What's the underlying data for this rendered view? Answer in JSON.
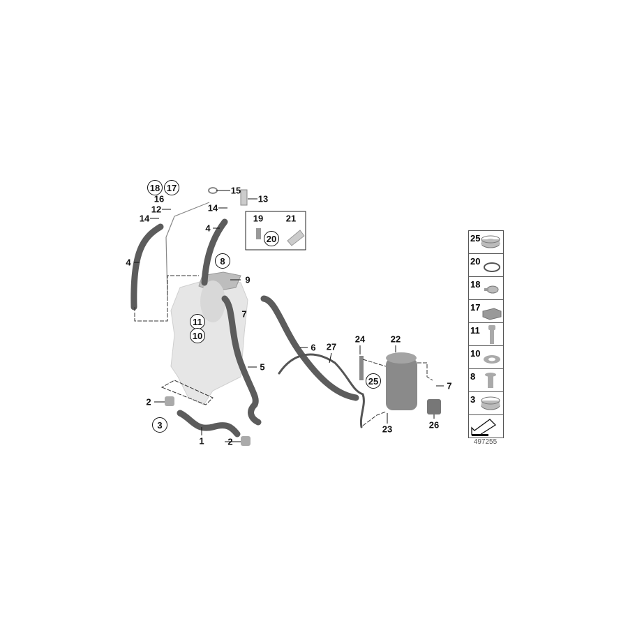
{
  "callouts": [
    {
      "id": "18",
      "circled": true
    },
    {
      "id": "17",
      "circled": true
    },
    {
      "id": "16",
      "circled": false
    },
    {
      "id": "15",
      "circled": false
    },
    {
      "id": "12",
      "circled": false
    },
    {
      "id": "14",
      "circled": false
    },
    {
      "id": "4",
      "circled": false
    },
    {
      "id": "14",
      "circled": false
    },
    {
      "id": "13",
      "circled": false
    },
    {
      "id": "4",
      "circled": false
    },
    {
      "id": "19",
      "circled": false
    },
    {
      "id": "21",
      "circled": false
    },
    {
      "id": "20",
      "circled": true
    },
    {
      "id": "8",
      "circled": true
    },
    {
      "id": "9",
      "circled": false
    },
    {
      "id": "7",
      "circled": false
    },
    {
      "id": "11",
      "circled": true
    },
    {
      "id": "10",
      "circled": true
    },
    {
      "id": "5",
      "circled": false
    },
    {
      "id": "6",
      "circled": false
    },
    {
      "id": "27",
      "circled": false
    },
    {
      "id": "24",
      "circled": false
    },
    {
      "id": "22",
      "circled": false
    },
    {
      "id": "25",
      "circled": true
    },
    {
      "id": "7",
      "circled": false
    },
    {
      "id": "23",
      "circled": false
    },
    {
      "id": "26",
      "circled": false
    },
    {
      "id": "2",
      "circled": false
    },
    {
      "id": "3",
      "circled": true
    },
    {
      "id": "1",
      "circled": false
    },
    {
      "id": "2",
      "circled": false
    }
  ],
  "legend": [
    {
      "id": "25",
      "icon": "hose-clamp-icon"
    },
    {
      "id": "20",
      "icon": "o-ring-icon"
    },
    {
      "id": "18",
      "icon": "small-clamp-icon"
    },
    {
      "id": "17",
      "icon": "foam-pad-icon"
    },
    {
      "id": "11",
      "icon": "bolt-icon"
    },
    {
      "id": "10",
      "icon": "washer-icon"
    },
    {
      "id": "8",
      "icon": "countersunk-screw-icon"
    },
    {
      "id": "3",
      "icon": "hose-clamp-icon"
    }
  ],
  "doc_number": "497255",
  "colors": {
    "hose": "#5c5c5c",
    "tank": "#e4e4e4",
    "canister": "#8a8a8a",
    "line": "#111111"
  }
}
